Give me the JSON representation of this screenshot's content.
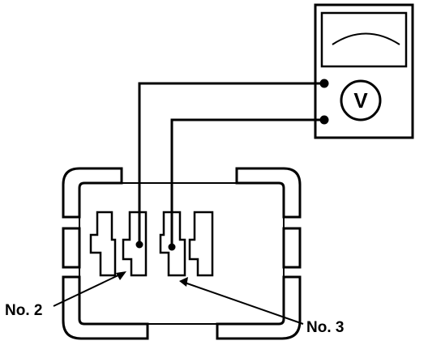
{
  "meter": {
    "symbol": "V",
    "icon": "voltmeter-icon"
  },
  "labels": {
    "terminal_2": "No. 2",
    "terminal_3": "No. 3"
  },
  "colors": {
    "ink": "#000000",
    "background": "#ffffff"
  }
}
